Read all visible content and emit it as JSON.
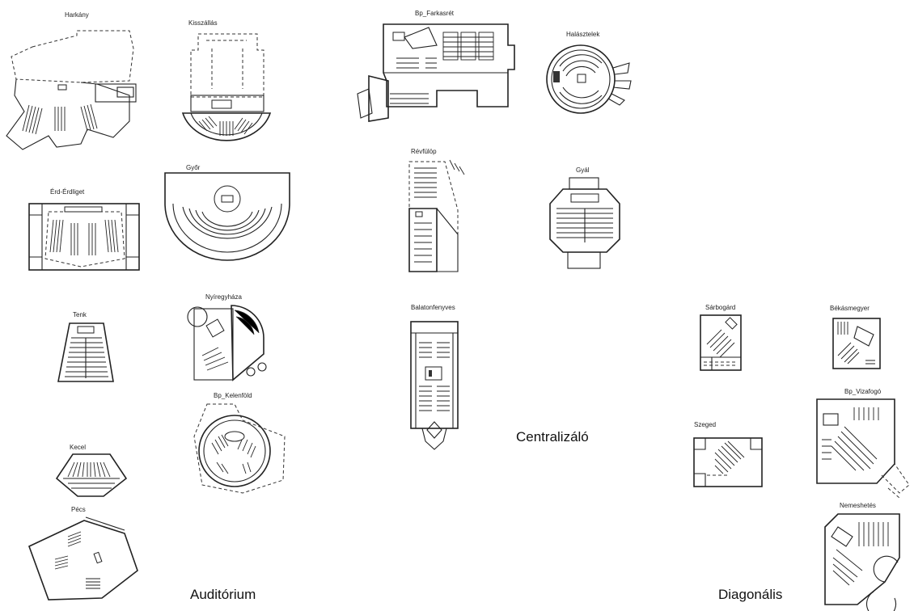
{
  "categories": {
    "auditorium": "Auditórium",
    "centralizing": "Centralizáló",
    "diagonal": "Diagonális"
  },
  "plans": {
    "harkany": "Harkány",
    "kisszallas": "Kisszállás",
    "erd": "Érd-Érdliget",
    "gyor": "Győr",
    "tenk": "Tenk",
    "nyiregyhaza": "Nyíregyháza",
    "kelenfold": "Bp_Kelenföld",
    "kecel": "Kecel",
    "pecs": "Pécs",
    "farkasret": "Bp_Farkasrét",
    "halasztelek": "Halásztelek",
    "revfulop": "Révfülöp",
    "gyal": "Gyál",
    "balatonfenyves": "Balatonfenyves",
    "sarbogard": "Sárbogárd",
    "bekasmegyer": "Békásmegyer",
    "vizafogo": "Bp_Vizafogó",
    "szeged": "Szeged",
    "nemeshetes": "Nemeshetés"
  }
}
